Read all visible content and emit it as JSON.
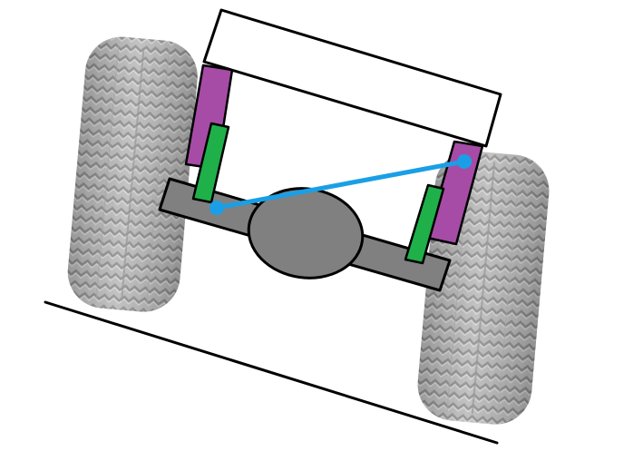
{
  "diagram": {
    "type": "rear-axle-suspension-illustration",
    "colors": {
      "background": "#ffffff",
      "outline": "#000000",
      "chassis_fill": "#ffffff",
      "axle_fill": "#808080",
      "differential_fill": "#808080",
      "spring_fill": "#a64ca6",
      "shock_absorber_fill": "#1fb04a",
      "panhard_rod": "#1a9fe6",
      "tire_dark": "#8f8f8f",
      "tire_mid": "#b5b5b5",
      "tire_light": "#d9d9d9",
      "ground_line": "#000000"
    },
    "components": [
      "chassis-body",
      "left-leaf-spring",
      "right-leaf-spring",
      "left-shock-absorber",
      "right-shock-absorber",
      "axle-beam",
      "differential-housing",
      "panhard-rod",
      "left-tire",
      "right-tire",
      "ground-line"
    ]
  }
}
